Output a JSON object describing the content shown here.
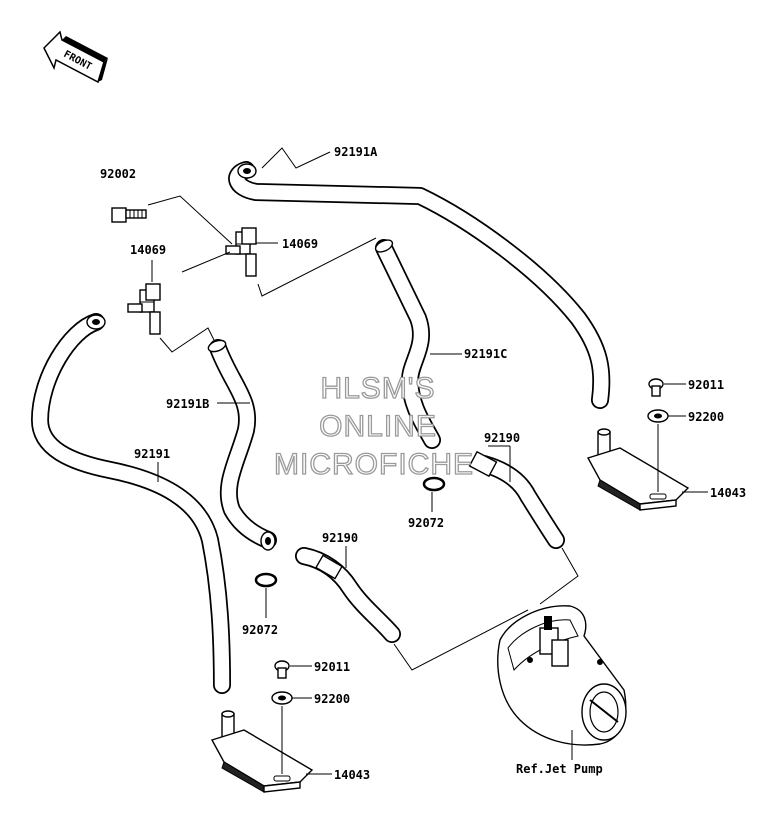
{
  "front_arrow": {
    "label": "FRONT"
  },
  "watermark": {
    "lines": [
      "HLSM'S",
      "ONLINE",
      "MICROFICHE"
    ]
  },
  "callouts": {
    "c92191A": "92191A",
    "c92002": "92002",
    "c14069_left": "14069",
    "c14069_right": "14069",
    "c92191C": "92191C",
    "c92191B": "92191B",
    "c92191": "92191",
    "c92011_right": "92011",
    "c92200_right": "92200",
    "c92190_right": "92190",
    "c14043_right": "14043",
    "c92072_right": "92072",
    "c92190_left": "92190",
    "c92072_left": "92072",
    "c92011_left": "92011",
    "c92200_left": "92200",
    "c14043_left": "14043",
    "ref_jet_pump": "Ref.Jet Pump"
  }
}
